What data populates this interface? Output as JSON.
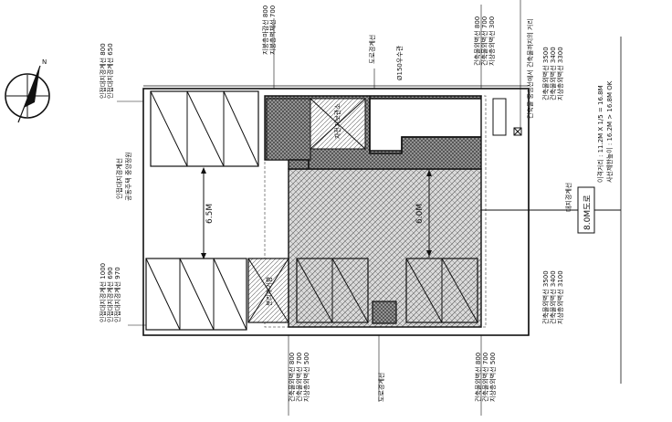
{
  "north_arrow": {
    "label": "N"
  },
  "dimensions": {
    "left_gap": "6.5M",
    "right_gap": "6.0M",
    "road_label": "8.0M도로",
    "pipe_label": "Ø150우수관",
    "sewer_label": "도로경계선"
  },
  "rooms": {
    "stair": "자전거보관소",
    "trash": "분리수거함"
  },
  "legend_boxes": {
    "top_left": [
      "지붕층마감선 800",
      "지붕층벽체선 700"
    ],
    "left_upper": [
      "인접대지경계선 800",
      "인접대지경계선 650"
    ],
    "left_lower": [
      "인접대지경계선 1000",
      "인접대지경계선 690",
      "인접대지경계선 970"
    ],
    "left_side_text": "인접대지경계선",
    "left_side_text2": "공동주택 중앙정원",
    "bottom_left": [
      "건축물외벽선 800",
      "건축물외벽선 700",
      "지상층외벽선 500"
    ],
    "bottom_mid": "도로경계선",
    "bottom_right": [
      "건축물외벽선 800",
      "건축물외벽선 700",
      "지상층외벽선 500"
    ],
    "top_mid_text": "도로경계선",
    "top_right": [
      "건축물외벽선 800",
      "건축물외벽선 700",
      "지상층외벽선 300"
    ],
    "far_right_vertical": "건축물 중심선에서 건축물까지의 거리",
    "right_upper": [
      "건축물외벽선 3500",
      "건축물외벽선 3400",
      "지상층외벽선 3300"
    ],
    "right_lower": [
      "건축물외벽선 3500",
      "건축물외벽선 3400",
      "지상층외벽선 3100"
    ],
    "right_note1": "이격거리 : 11.2M X 1/5 = 16.8M",
    "right_note2": "사선제한높이 : 16.2M > 16.8M OK",
    "right_note3": "대지경계선"
  }
}
